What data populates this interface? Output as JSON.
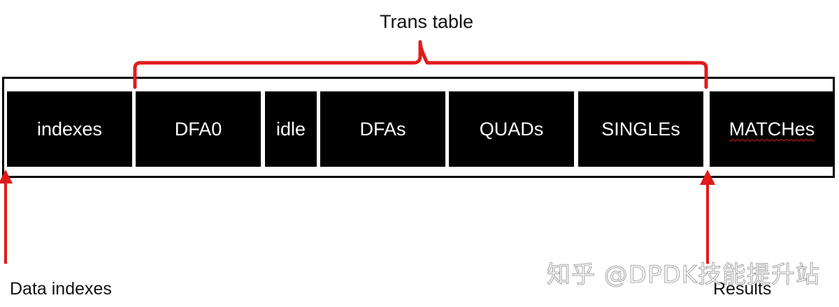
{
  "title": "Trans table",
  "cells": [
    "indexes",
    "DFA0",
    "idle",
    "DFAs",
    "QUADs",
    "SINGLEs",
    "MATCHes"
  ],
  "labels": {
    "left": "Data indexes",
    "right": "Results"
  },
  "watermark": "知乎 @DPDK技能提升站",
  "colors": {
    "annotation": "#e01b1b",
    "cell_fill": "#000000",
    "cell_text": "#ffffff"
  }
}
